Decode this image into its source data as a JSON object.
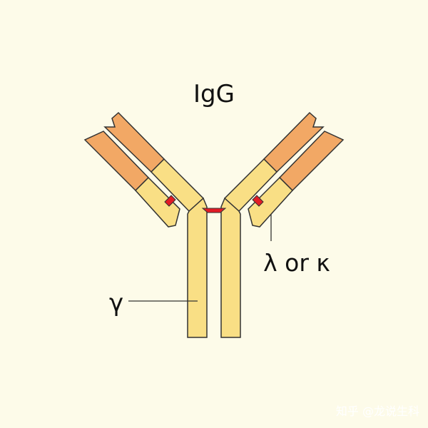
{
  "title": "IgG",
  "labels": {
    "heavy_chain": "γ",
    "light_chain": "λ or κ"
  },
  "watermark": "知乎 @龙说生科",
  "colors": {
    "background": "#fdfbe9",
    "constant_region": "#f9df85",
    "variable_region": "#f2a865",
    "disulfide_bond": "#e21b25",
    "outline": "#333333"
  }
}
